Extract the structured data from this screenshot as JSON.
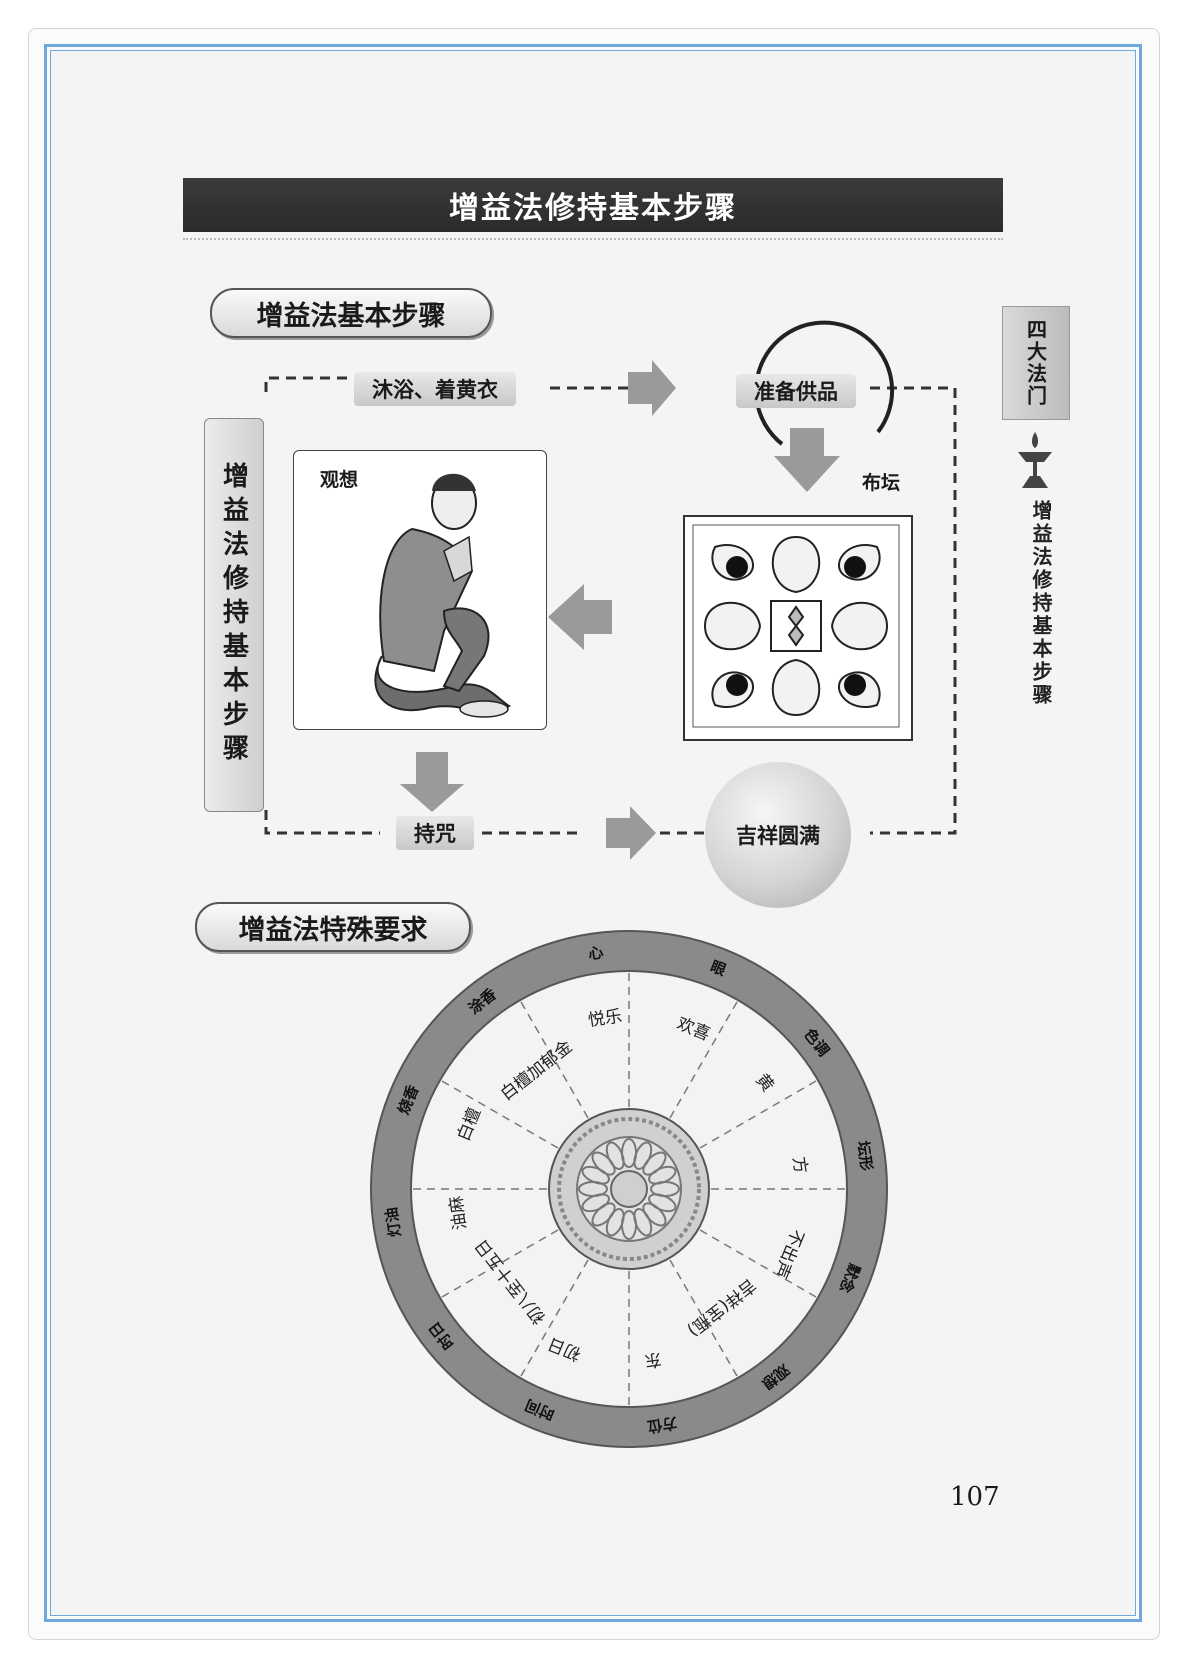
{
  "header": {
    "title": "增益法修持基本步骤"
  },
  "side": {
    "tab": "四大法门",
    "subtitle": "增益法修持基本步骤"
  },
  "section1": {
    "heading": "增益法基本步骤",
    "vertical_label": "增益法修持基本步骤",
    "steps": {
      "bath": "沐浴、着黄衣",
      "offerings": "准备供品",
      "altar": "布坛",
      "visualize": "观想",
      "mantra": "持咒",
      "complete": "吉祥圆满"
    }
  },
  "section2": {
    "heading": "增益法特殊要求",
    "outer_ring": [
      "心",
      "眼",
      "色调",
      "坛形",
      "默念",
      "观想",
      "方位",
      "时间",
      "时日",
      "灯油",
      "烧香",
      "涂香"
    ],
    "inner_segments": [
      "悦乐",
      "欢喜",
      "黄",
      "方",
      "不出声",
      "吉祥(宝瓶)",
      "东",
      "初日",
      "初八至十五日",
      "油麻",
      "白檀",
      "白檀加郁金"
    ]
  },
  "footer": {
    "page_number": "107"
  }
}
